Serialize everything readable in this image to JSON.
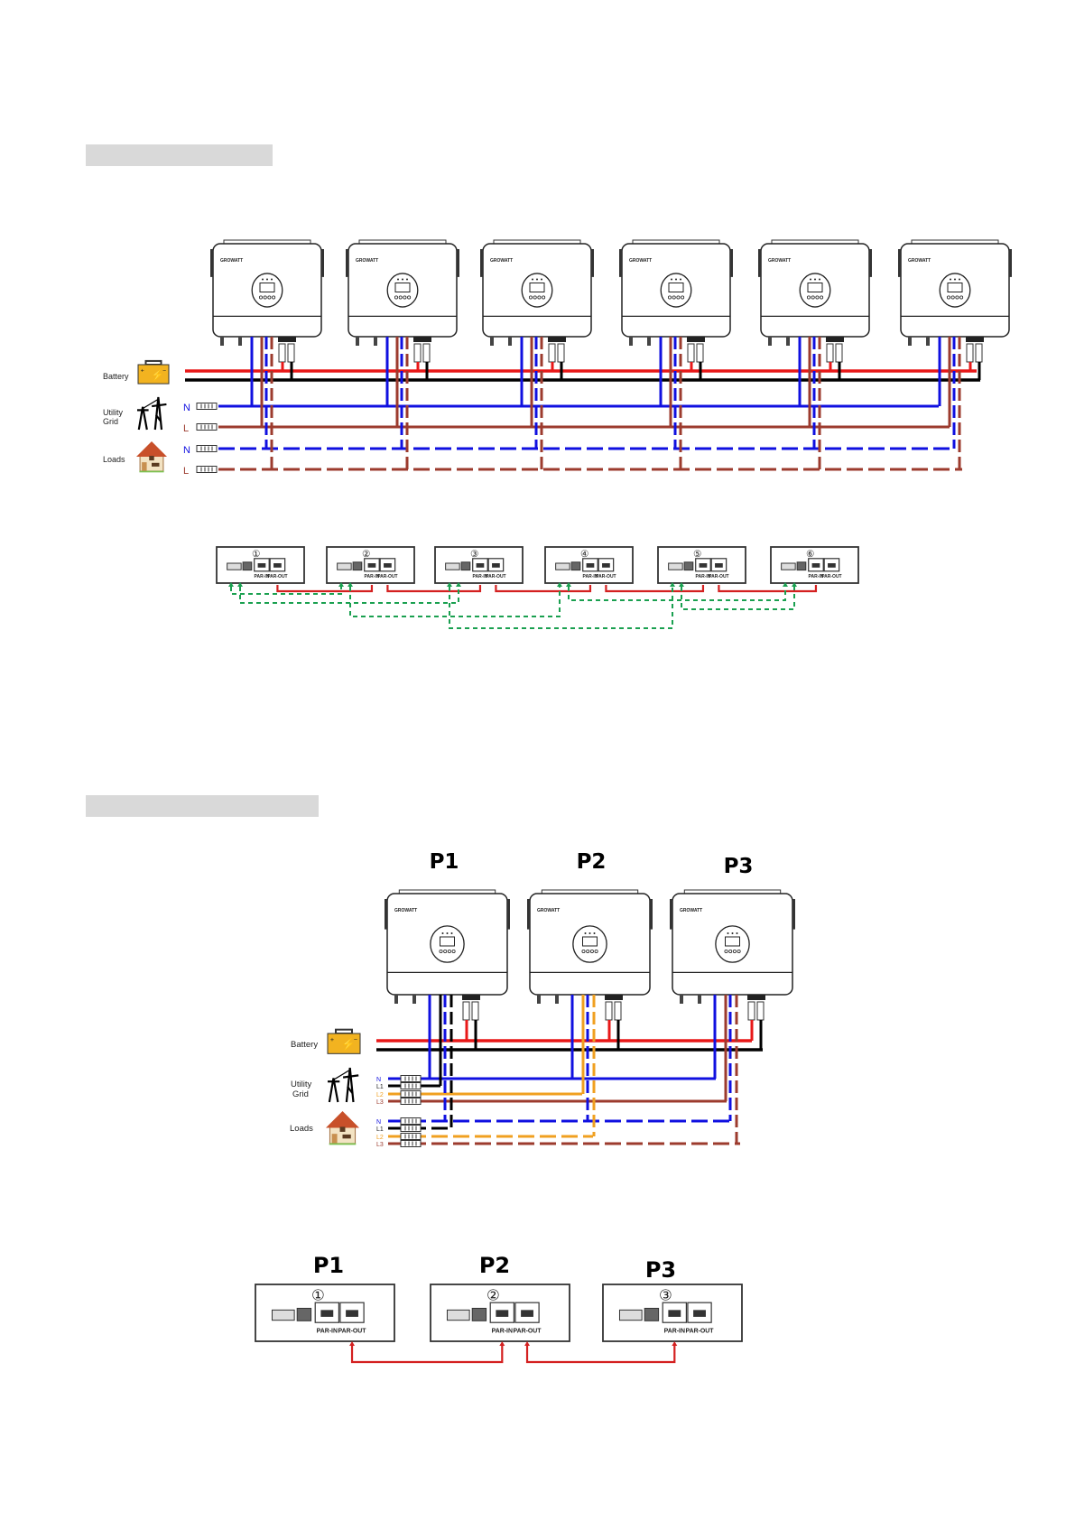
{
  "section1": {
    "inverter_count": 6,
    "sources": {
      "battery": "Battery",
      "grid": "Utility\nGrid",
      "loads": "Loads"
    },
    "line_labels": {
      "grid_n": "N",
      "grid_l": "L",
      "load_n": "N",
      "load_l": "L"
    },
    "comm_boards": [
      "①",
      "②",
      "③",
      "④",
      "⑤",
      "⑥"
    ],
    "port_labels": {
      "par_in": "PAR-IN",
      "par_out": "PAR-OUT"
    }
  },
  "section2": {
    "phases": [
      "P1",
      "P2",
      "P3"
    ],
    "sources": {
      "battery": "Battery",
      "grid": "Utility\nGrid",
      "loads": "Loads"
    },
    "grid_lines": [
      "N",
      "L1",
      "L2",
      "L3"
    ],
    "load_lines": [
      "N",
      "L1",
      "L2",
      "L3"
    ],
    "comm_boards": [
      "①",
      "②",
      "③"
    ],
    "port_labels": {
      "par_in": "PAR-IN",
      "par_out": "PAR-OUT"
    }
  },
  "colors": {
    "neutral": "#1010e0",
    "line_l": "#9c3b2e",
    "battery_pos": "#e81818",
    "battery_neg": "#000000",
    "l2": "#f0a020",
    "comm_red": "#d42020",
    "comm_green": "#1aa050",
    "bar_gray": "#d9d9d9",
    "battery_fill": "#f2b320"
  }
}
